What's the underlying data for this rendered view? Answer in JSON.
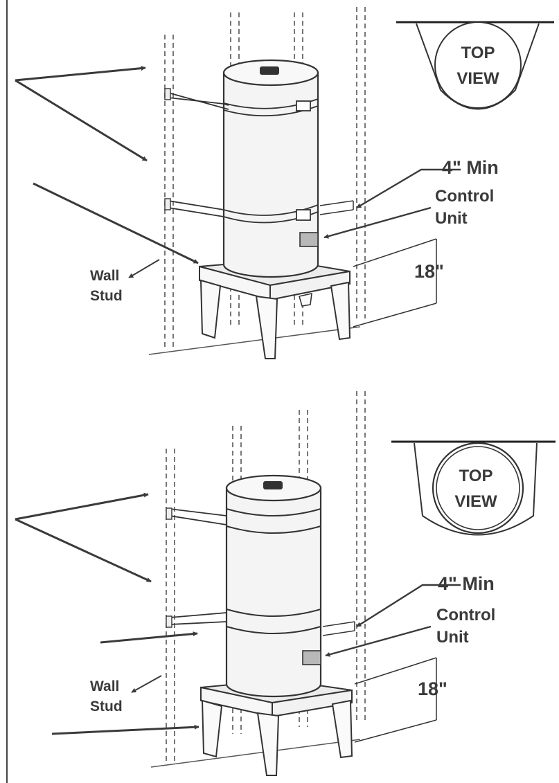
{
  "panels": [
    {
      "top_view": [
        "TOP",
        "VIEW"
      ],
      "clearance": "4\" Min",
      "control_unit": [
        "Control",
        "Unit"
      ],
      "height": "18\"",
      "wall_stud": [
        "Wall",
        "Stud"
      ]
    },
    {
      "top_view": [
        "TOP",
        "VIEW"
      ],
      "clearance": "4\" Min",
      "control_unit": [
        "Control",
        "Unit"
      ],
      "height": "18\"",
      "wall_stud": [
        "Wall",
        "Stud"
      ]
    }
  ],
  "colors": {
    "ink": "#333333",
    "tank_fill": "#f4f4f4",
    "control_unit": "#b8b8b8",
    "arrow": "#3a3a3a"
  }
}
